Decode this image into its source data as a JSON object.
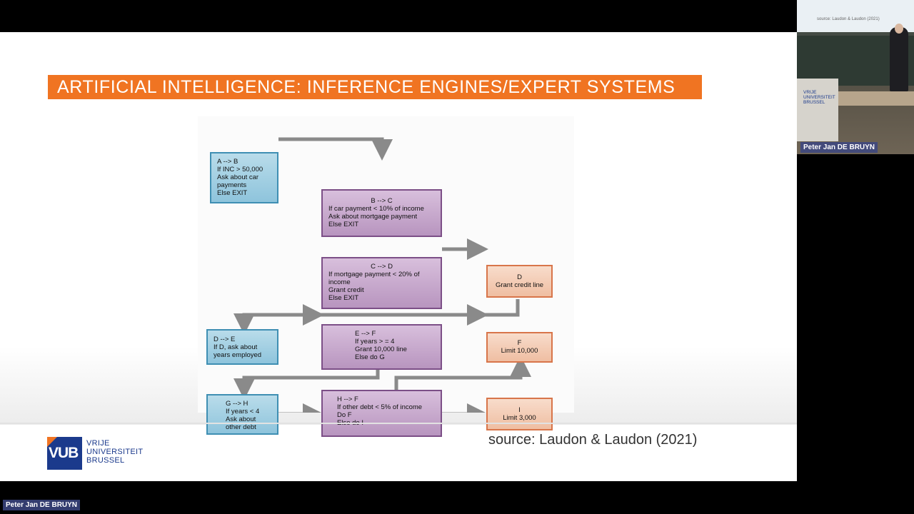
{
  "slide": {
    "title": "ARTIFICIAL INTELLIGENCE: INFERENCE ENGINES/EXPERT SYSTEMS",
    "source": "source: Laudon & Laudon (2021)",
    "logo": {
      "mark": "VUB",
      "line1": "VRIJE",
      "line2": "UNIVERSITEIT",
      "line3": "BRUSSEL"
    }
  },
  "colors": {
    "title_bar": "#f07422",
    "rule_box_blue": "#8ec4dc",
    "rule_box_purple": "#b895bf",
    "rule_box_peach": "#efbea2",
    "logo_blue": "#1b3a8c"
  },
  "diagram": {
    "boxes": {
      "ab": {
        "head": "A --> B",
        "lines": [
          "If INC > 50,000",
          "Ask about car",
          "payments",
          "Else EXIT"
        ]
      },
      "bc": {
        "head": "B --> C",
        "lines": [
          "If car payment < 10% of income",
          "Ask about mortgage payment",
          "Else EXIT"
        ]
      },
      "cd": {
        "head": "C --> D",
        "lines": [
          "If mortgage payment < 20% of",
          "income",
          "Grant credit",
          "Else EXIT"
        ]
      },
      "d": {
        "head": "D",
        "lines": [
          "Grant credit line"
        ]
      },
      "de": {
        "head": "D --> E",
        "lines": [
          "If D, ask about",
          "years employed"
        ]
      },
      "ef": {
        "head": "E --> F",
        "lines": [
          "If years > =  4",
          "Grant 10,000 line",
          "Else do G"
        ]
      },
      "f": {
        "head": "F",
        "lines": [
          "Limit 10,000"
        ]
      },
      "gh": {
        "head": "G --> H",
        "lines": [
          "If years < 4",
          "Ask about",
          "other debt"
        ]
      },
      "hf": {
        "head": "H --> F",
        "lines": [
          "If other debt < 5% of income",
          "Do F",
          "Else do I"
        ]
      },
      "i": {
        "head": "I",
        "lines": [
          "Limit 3,000"
        ]
      }
    }
  },
  "webcam": {
    "presenter_name": "Peter Jan DE BRUYN",
    "screen_text": "source: Laudon & Laudon (2021)",
    "banner": [
      "VRIJE",
      "UNIVERSITEIT",
      "BRUSSEL"
    ]
  },
  "participant_label": "Peter Jan DE BRUYN"
}
